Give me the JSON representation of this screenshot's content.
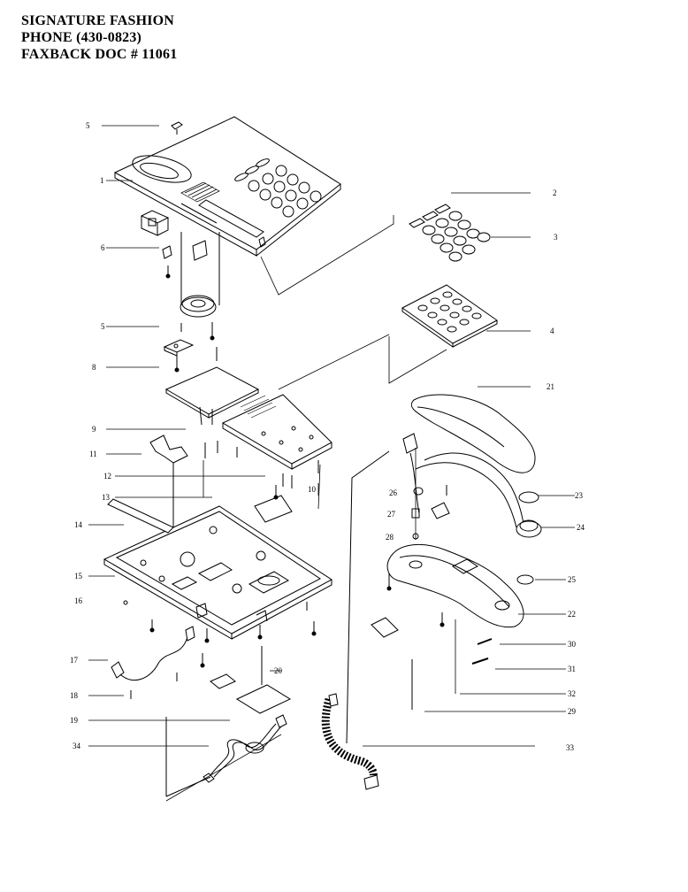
{
  "header": {
    "line1": "SIGNATURE FASHION",
    "line2": "PHONE  (430-0823)",
    "line3": "FAXBACK DOC # 11061"
  },
  "callouts": {
    "c1": "1",
    "c2": "2",
    "c3": "3",
    "c4": "4",
    "c5a": "5",
    "c5b": "5",
    "c6": "6",
    "c8": "8",
    "c9": "9",
    "c10": "10",
    "c11": "11",
    "c12": "12",
    "c13": "13",
    "c14": "14",
    "c15": "15",
    "c16": "16",
    "c17": "17",
    "c18": "18",
    "c19": "19",
    "c20": "20",
    "c21": "21",
    "c22": "22",
    "c23": "23",
    "c24": "24",
    "c25": "25",
    "c26": "26",
    "c27": "27",
    "c28": "28",
    "c29": "29",
    "c30": "30",
    "c31": "31",
    "c32": "32",
    "c33": "33",
    "c34": "34"
  }
}
